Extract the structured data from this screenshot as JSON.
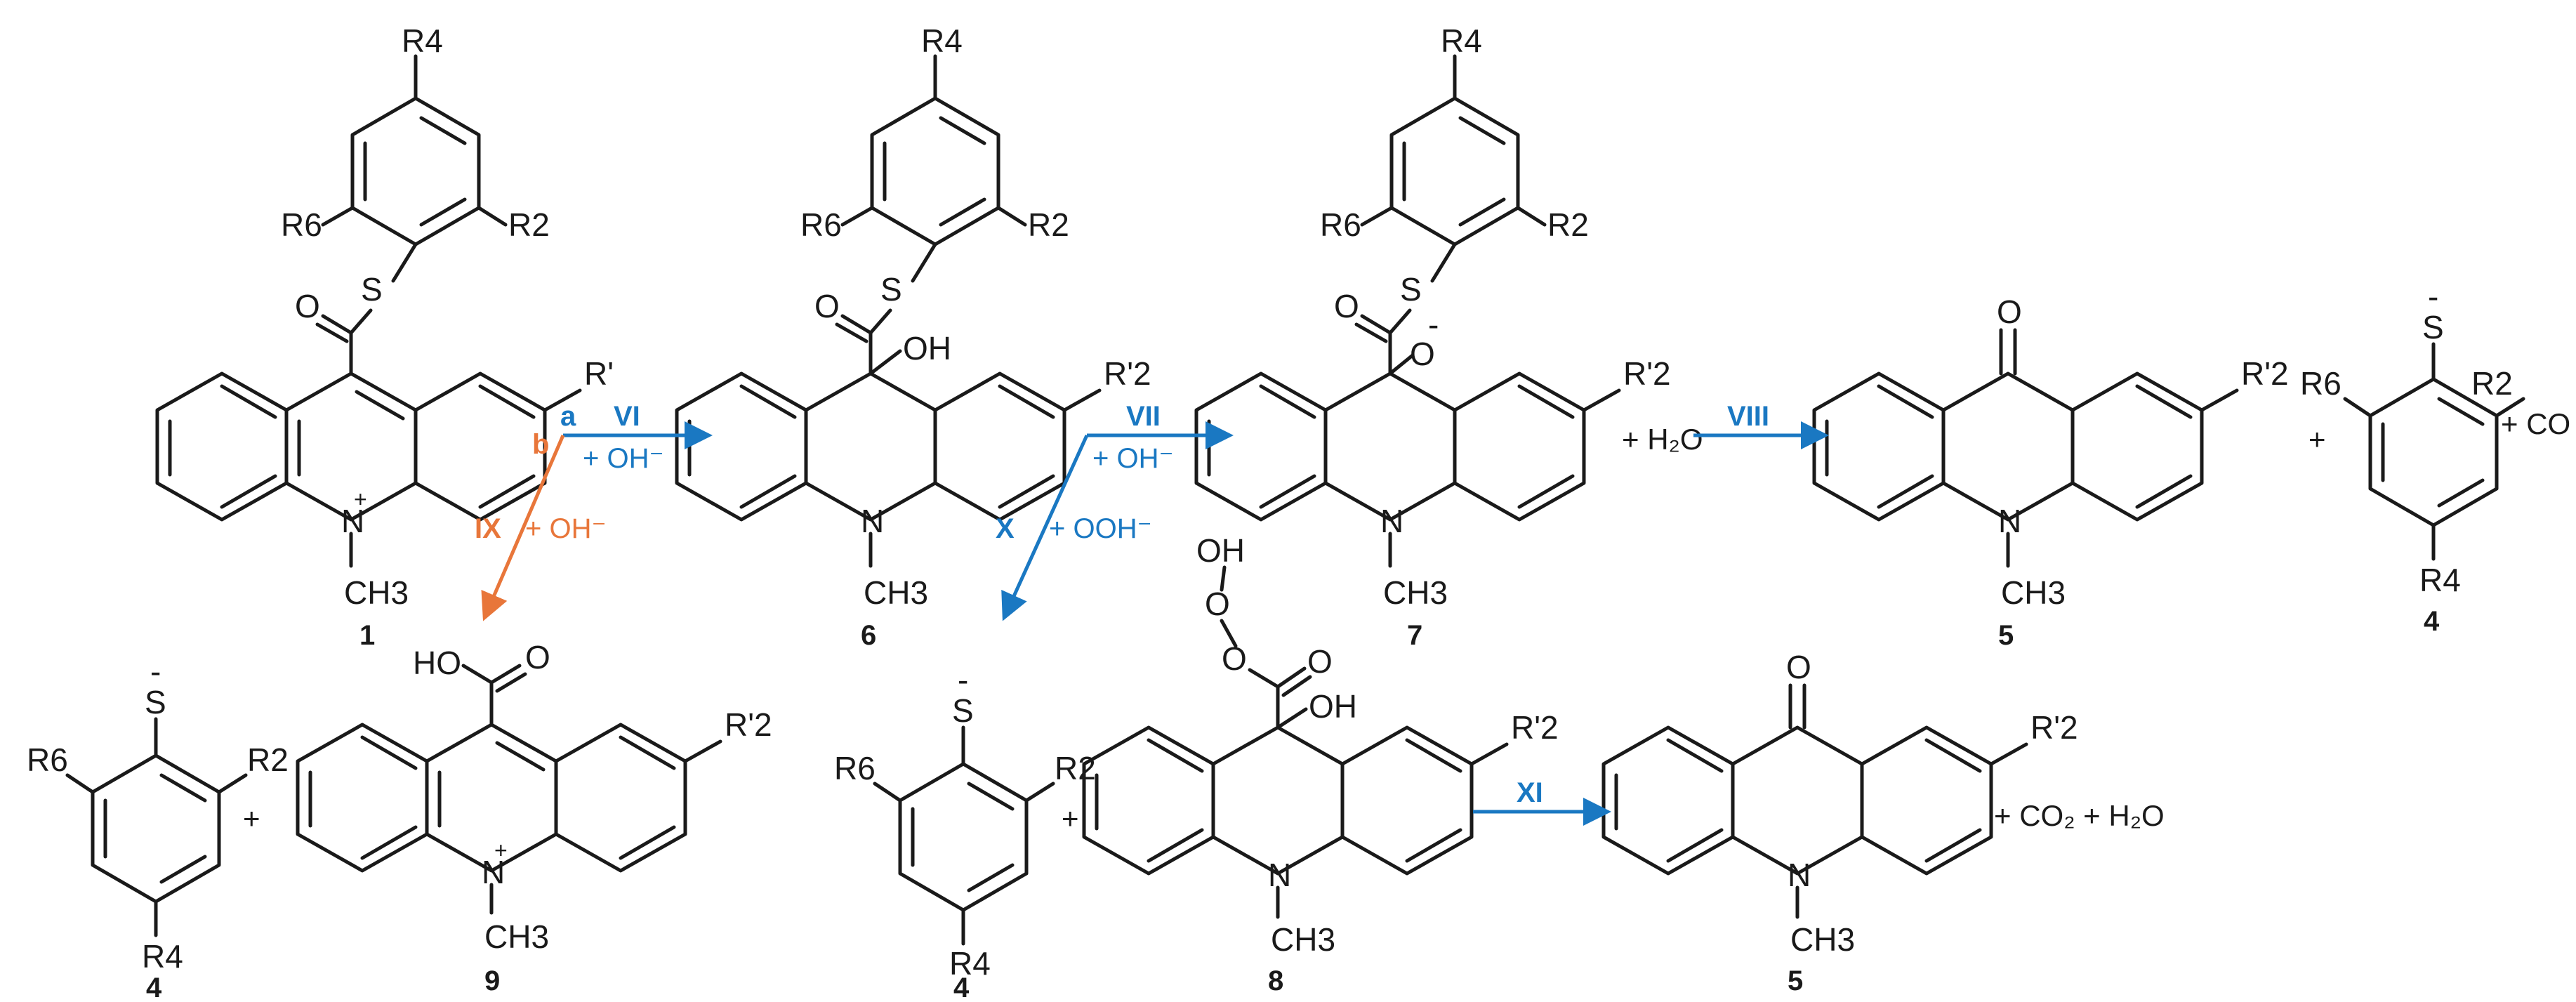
{
  "colors": {
    "bond": "#1a1a1a",
    "primary_path": "#1a78c2",
    "secondary_path": "#e8763a"
  },
  "labels": {
    "R4": "R4",
    "R6": "R6",
    "R2": "R2",
    "Rp": "R'",
    "Rp2": "R'2",
    "S": "S",
    "O": "O",
    "OH": "OH",
    "HO": "HO",
    "N": "N",
    "CH3": "CH3",
    "plus": "+",
    "minus": "-"
  },
  "compounds": {
    "c1": "1",
    "c4": "4",
    "c5": "5",
    "c6": "6",
    "c7": "7",
    "c8": "8",
    "c9": "9"
  },
  "steps": {
    "a": "a",
    "b": "b",
    "VI": "VI",
    "VII": "VII",
    "VIII": "VIII",
    "IX": "IX",
    "X": "X",
    "XI": "XI"
  },
  "reagents": {
    "oh": "+ OH⁻",
    "ooh": "+ OOH⁻"
  },
  "side_products": {
    "water": "+ H₂O",
    "co": "+ CO",
    "co2_water": "+ CO₂  + H₂O",
    "plus": "+"
  }
}
